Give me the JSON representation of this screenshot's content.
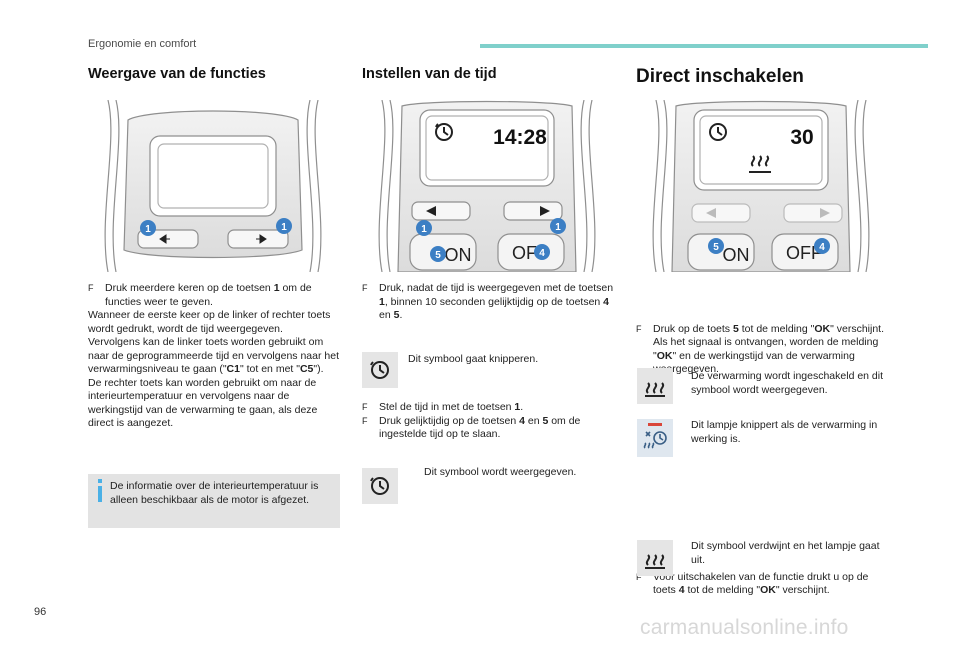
{
  "header": {
    "section": "Ergonomie en comfort"
  },
  "page_number": "96",
  "watermark": "carmanualsonline.info",
  "col1": {
    "title": "Weergave van de functies",
    "fig": {
      "label_a": "1",
      "label_b": "1"
    },
    "bullet_pre": "Druk meerdere keren op de toetsen ",
    "bullet_b1": "1",
    "bullet_post": " om de functies weer te geven.",
    "para1": "Wanneer de eerste keer op de linker of rechter toets wordt gedrukt, wordt de tijd weergegeven.",
    "para2_pre": "Vervolgens kan de linker toets worden gebruikt om naar de geprogrammeerde tijd en vervolgens naar het verwarmingsniveau te gaan (\"",
    "para2_b1": "C1",
    "para2_mid": "\" tot en met \"",
    "para2_b2": "C5",
    "para2_post": "\").",
    "para3": "De rechter toets kan worden gebruikt om naar de interieurtemperatuur en vervolgens naar de werkingstijd van de verwarming te gaan, als deze direct is aangezet.",
    "note": "De informatie over de interieurtemperatuur is alleen beschikbaar als de motor is afgezet."
  },
  "col2": {
    "title": "Instellen van de tijd",
    "fig": {
      "time": "14:28",
      "on": "ON",
      "off": "OFF",
      "l1": "1",
      "l2": "1",
      "l5": "5",
      "l4": "4"
    },
    "b1_pre": "Druk, nadat de tijd is weergegeven met de toetsen ",
    "b1_k1": "1",
    "b1_mid": ", binnen 10 seconden gelijktijdig op de toetsen ",
    "b1_k4": "4",
    "b1_and": " en ",
    "b1_k5": "5",
    "b1_post": ".",
    "sym1": "Dit symbool gaat knipperen.",
    "b2_pre": "Stel de tijd in met de toetsen ",
    "b2_k": "1",
    "b2_post": ".",
    "b3_pre": "Druk gelijktijdig op de toetsen ",
    "b3_k4": "4",
    "b3_and": " en ",
    "b3_k5": "5",
    "b3_post": " om de ingestelde tijd op te slaan.",
    "sym2": "Dit symbool wordt weergegeven."
  },
  "col3": {
    "title": "Direct inschakelen",
    "fig": {
      "value": "30",
      "on": "ON",
      "off": "OFF",
      "l5": "5",
      "l4": "4"
    },
    "b1_pre": "Druk op de toets ",
    "b1_k": "5",
    "b1_mid": " tot de melding \"",
    "b1_ok": "OK",
    "b1_post": "\" verschijnt.",
    "b1_l2_pre": "Als het signaal is ontvangen, worden de melding \"",
    "b1_l2_ok": "OK",
    "b1_l2_post": "\" en de werkingstijd van de verwarming weergegeven.",
    "sym1": "De verwarming wordt ingeschakeld en dit symbool wordt weergegeven.",
    "sym2": "Dit lampje knippert als de verwarming in werking is.",
    "b2_pre": "Voor uitschakelen van de functie drukt u op de toets ",
    "b2_k": "4",
    "b2_mid": " tot de melding \"",
    "b2_ok": "OK",
    "b2_post": "\" verschijnt.",
    "sym3": "Dit symbool verdwijnt en het lampje gaat uit."
  },
  "bullet_marker": "F",
  "colors": {
    "accent_bar": "#7fd0cb",
    "badge": "#3c7fc4",
    "info_icon": "#4ab0e6",
    "lamp_red": "#d9463a"
  }
}
